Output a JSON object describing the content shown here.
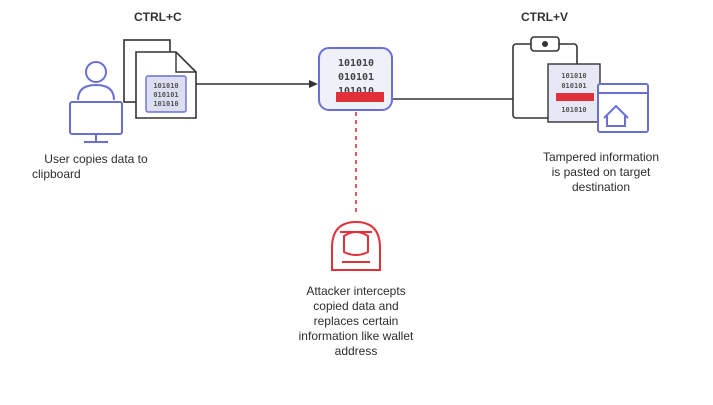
{
  "copy_step": {
    "shortcut": "CTRL+C",
    "caption_line1": "User copies data to",
    "caption_line2": "clipboard"
  },
  "paste_step": {
    "shortcut": "CTRL+V",
    "caption_line1": "Tampered information",
    "caption_line2": "is pasted on target",
    "caption_line3": "destination"
  },
  "attacker_step": {
    "caption_line1": "Attacker intercepts",
    "caption_line2": "copied data and",
    "caption_line3": "replaces certain",
    "caption_line4": "information like wallet",
    "caption_line5": "address"
  },
  "binary_rows": [
    "101010",
    "010101",
    "101010"
  ],
  "icons": {
    "user": "user-at-computer-icon",
    "document": "copied-document-icon",
    "clipboard_data": "clipboard-binary-data-icon",
    "clipboard": "clipboard-icon",
    "destination": "browser-home-window-icon",
    "attacker": "hooded-attacker-icon"
  },
  "colors": {
    "accent_blue": "#6b6fd4",
    "attacker_red": "#e0303a",
    "line": "#333333"
  }
}
